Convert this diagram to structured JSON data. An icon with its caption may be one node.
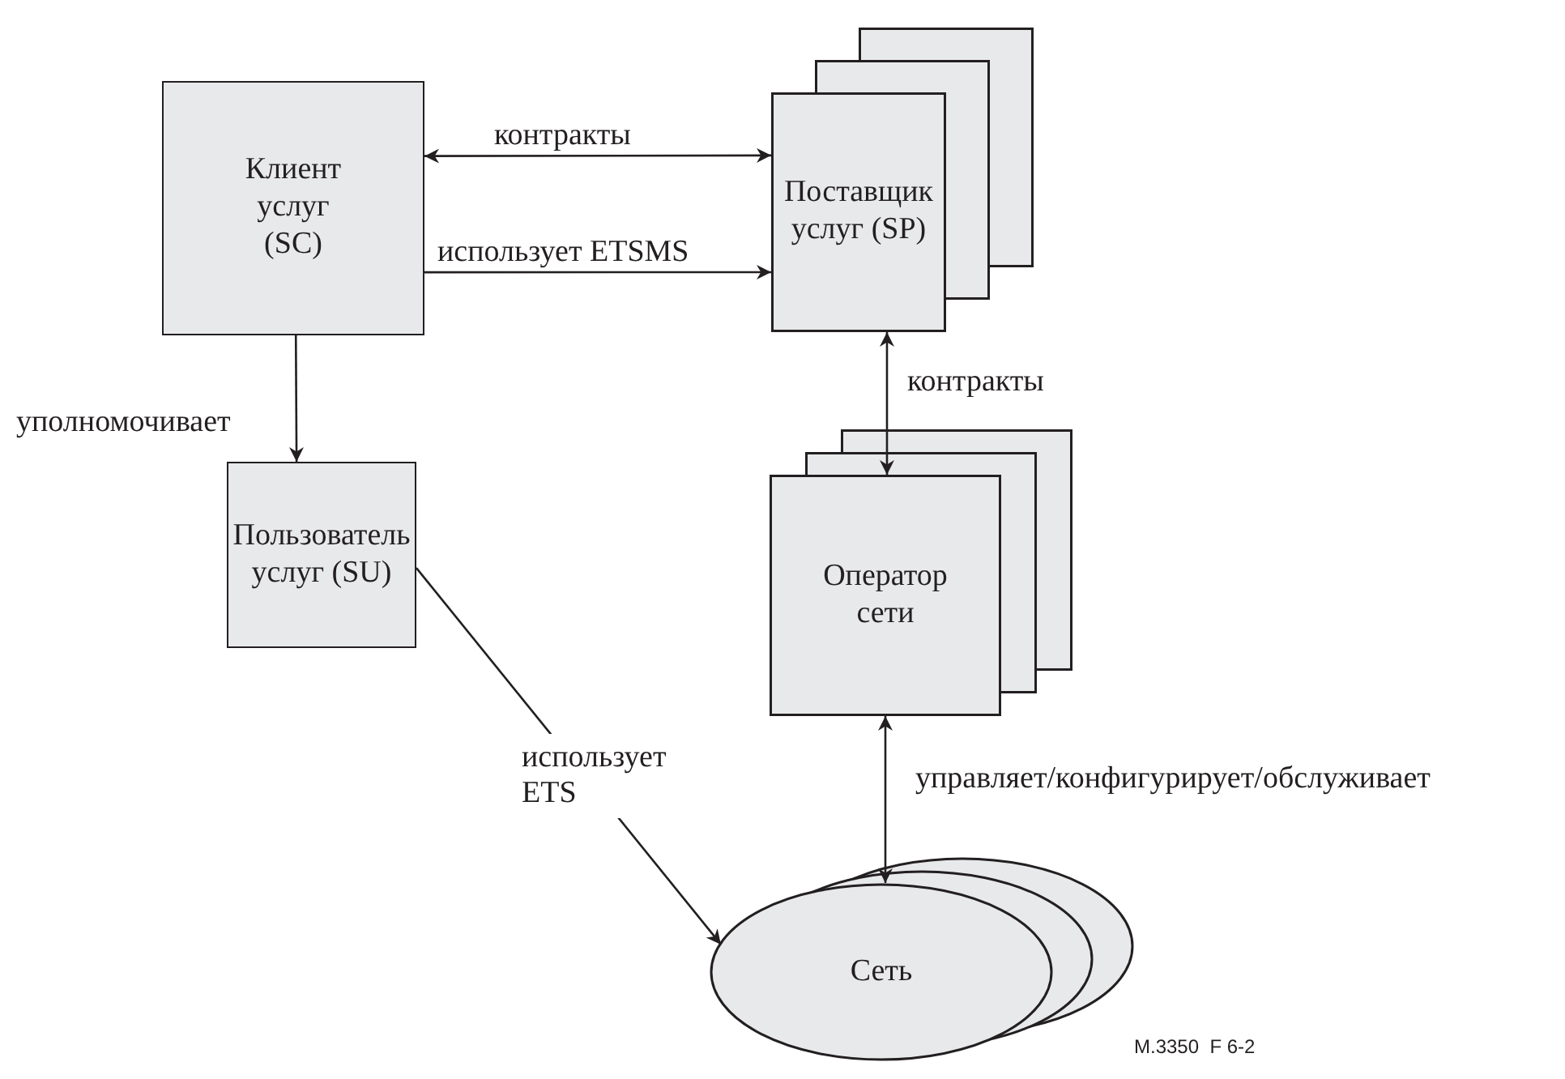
{
  "diagram": {
    "nodes": [
      {
        "text": [
          "Клиент услуг (SC)"
        ]
      },
      {
        "text": [
          "Поставщик услуг (SP)"
        ]
      },
      {
        "text": [
          "Пользователь услуг (SU)"
        ]
      },
      {
        "text": [
          "Оператор сети"
        ]
      },
      {
        "text": [
          "Сеть"
        ]
      }
    ],
    "edges": [
      {
        "from": 0,
        "to": 1,
        "arrow": "both",
        "label": "контракты"
      },
      {
        "from": 0,
        "to": 1,
        "arrow": "to",
        "label": "использует ETSMS"
      },
      {
        "from": 0,
        "to": 2,
        "arrow": "to",
        "label": "уполномочивает"
      },
      {
        "from": 1,
        "to": 3,
        "arrow": "both",
        "label": "контракты"
      },
      {
        "from": 3,
        "to": 4,
        "arrow": "both",
        "label": "управляет/конфигурирует/обслуживает"
      },
      {
        "from": 2,
        "to": 4,
        "arrow": "to",
        "label": "использует ETS"
      }
    ],
    "labels": [
      "M.3350  F 6-2"
    ]
  }
}
